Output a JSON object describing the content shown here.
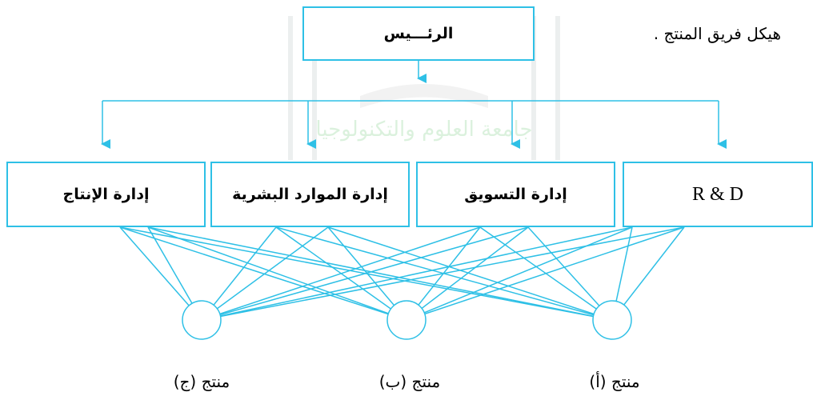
{
  "caption": "هيكل فريق المنتج .",
  "head": "الرئـــيس",
  "departments": [
    {
      "label": "R & D"
    },
    {
      "label": "إدارة التسويق"
    },
    {
      "label": "إدارة الموارد البشرية"
    },
    {
      "label": "إدارة الإنتاج"
    }
  ],
  "products": [
    {
      "label": "منتج (أ)"
    },
    {
      "label": "منتج (ب)"
    },
    {
      "label": "منتج (ج)"
    }
  ],
  "watermark": {
    "text": "جامعة العلوم والتكنولوجيا",
    "color": "#3bb54a"
  },
  "line_color": "#2ec0e6"
}
